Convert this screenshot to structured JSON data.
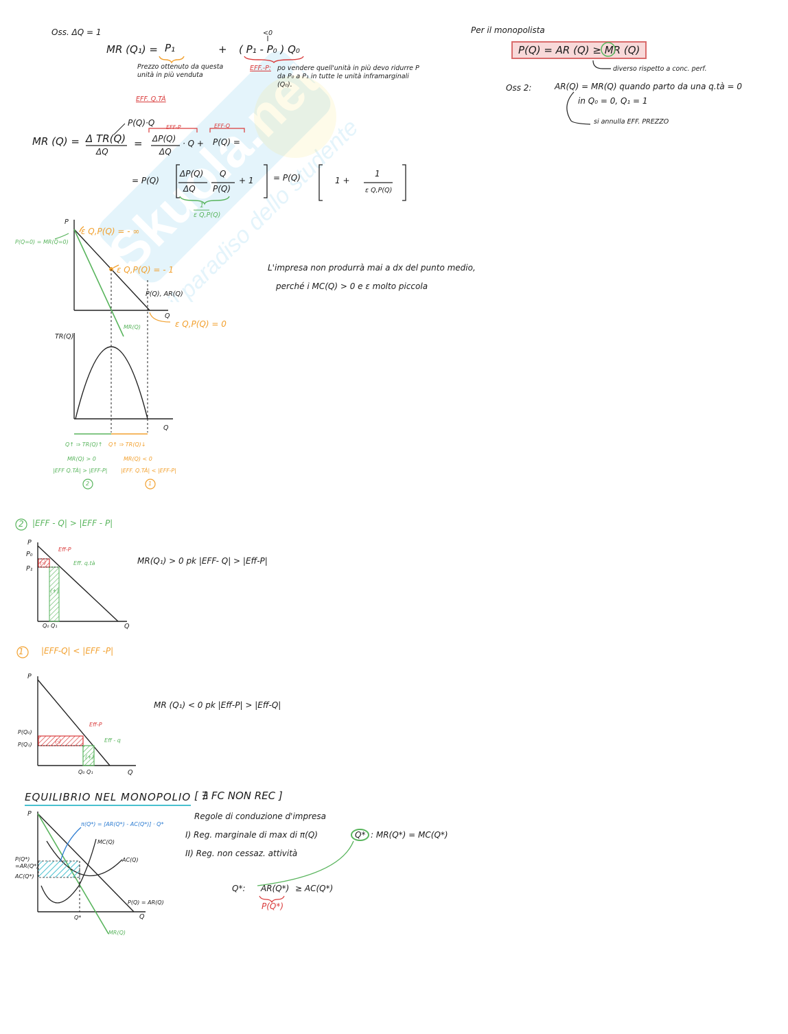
{
  "watermark": {
    "text": "Skuola.net",
    "subtext": "il paradiso dello studente"
  },
  "top_left": {
    "oss_title": "Oss.  ΔQ = 1",
    "mr_eq_left": "MR (Q₁) =",
    "mr_eq_p1": "P₁",
    "mr_eq_plus": "+",
    "mr_eq_bracket": "( P₁ - P₀ ) Q₀",
    "mr_eq_lt0": "<0",
    "note_price": "Prezzo ottenuto da questa unità in più venduta",
    "eff_qta": "EFF. Q.TÀ",
    "eff_p_label": "EFF.-P:",
    "eff_p_note": "po vendere quell'unità in più devo ridurre P da P₀ a P₁ in tutte le unità inframarginali (Q₀)."
  },
  "mr_derivation": {
    "pq_label": "P(Q)·Q",
    "effp_top1": "EFF-P",
    "effp_top2": "EFF-Q",
    "lhs": "MR (Q) =",
    "frac1_num": "Δ TR(Q)",
    "frac1_den": "ΔQ",
    "eq": "=",
    "frac2_num": "ΔP(Q)",
    "frac2_den": "ΔQ",
    "dot_q_plus": "· Q +",
    "pq_end": "P(Q) =",
    "line2_start": "= P(Q)",
    "f3_num": "ΔP(Q)",
    "f3_den": "ΔQ",
    "f4_num": "Q",
    "f4_den": "P(Q)",
    "plus1": "+ 1",
    "eq2": "= P(Q)",
    "bracket_one": "1 +",
    "f5_num": "1",
    "f5_den": "ε Q,P(Q)",
    "under_num": "1",
    "under_den": "ε Q,P(Q)"
  },
  "monopolist": {
    "title": "Per il monopolista",
    "ineq": "P(Q) = AR (Q) ≥ MR (Q)",
    "diff_note": "diverso rispetto a conc. perf.",
    "oss2": "Oss 2:",
    "oss2_eq": "AR(Q) = MR(Q) quando parto da una q.tà = 0",
    "oss2_line2": "in Q₀ = 0, Q₁ = 1",
    "oss2_line3": "si annulla EFF. PREZZO"
  },
  "graph1": {
    "p_axis": "P",
    "q_axis": "Q",
    "eps_inf": "ε Q,P(Q) = - ∞",
    "pq_mr": "P(Q=0) = MR(Q=0)",
    "eps_minus1": "ε Q,P(Q) = - 1",
    "demand_label": "P(Q), AR(Q)",
    "mr_label": "MR(Q)",
    "eps_zero": "ε Q,P(Q) = 0"
  },
  "graph2": {
    "tr_axis": "TR(Q)",
    "q_axis": "Q",
    "left_zone": "Q↑ ⇒ TR(Q)↑",
    "right_zone": "Q↑ ⇒ TR(Q)↓",
    "left_mr": "MR(Q) > 0",
    "right_mr": "MR(Q) < 0",
    "left_eff": "|EFF Q.TÀ| > |EFF-P|",
    "right_eff": "|EFF. Q.TÀ| < |EFF-P|",
    "left_num": "2",
    "right_num": "1"
  },
  "side_note": {
    "line1": "L'impresa non produrrà mai a dx del punto medio,",
    "line2": "perché i MC(Q) > 0  e  ε molto piccola"
  },
  "case2": {
    "num": "2",
    "title": "|EFF - Q| > |EFF - P|",
    "p_axis": "P",
    "p0": "P₀",
    "p1": "P₁",
    "q_axis": "Q",
    "q_ticks": "Q₀ Q₁",
    "effp": "Eff-P",
    "effq": "Eff. q.tà",
    "minus": "(-)",
    "plus": "(+)",
    "statement": "MR(Q₁) > 0  pk  |EFF- Q| > |Eff-P|"
  },
  "case1": {
    "num": "1",
    "title": "|EFF-Q| < |EFF -P|",
    "p_axis": "P",
    "pq0": "P(Q₀)",
    "pq1": "P(Q₁)",
    "q_axis": "Q",
    "q_ticks": "Q₀ Q₁",
    "effp": "Eff-P",
    "effq": "Eff - q",
    "minus": "(-)",
    "plus": "(+)",
    "statement": "MR (Q₁) < 0      pk  |Eff-P| > |Eff-Q|"
  },
  "equilibrium": {
    "title": "EQUILIBRIO NEL MONOPOLIO",
    "bracket": "[ ∄ FC NON REC ]",
    "rules_title": "Regole di conduzione d'impresa",
    "rule1": "I) Reg. marginale di max di π(Q)",
    "q_star_circle": "Q*",
    "rule1_eq": ":  MR(Q*) = MC(Q*)",
    "rule2": "II) Reg. non cessaz. attività",
    "q_star2": "Q*:",
    "ar_q": "AR(Q*)",
    "ge_ac": "≥ AC(Q*)",
    "p_q_star": "P(Q*)",
    "p_axis": "P",
    "q_axis": "Q",
    "profit": "π(Q*) = [AR(Q*) - AC(Q*)] · Q*",
    "mc": "MC(Q)",
    "ac": "AC(Q)",
    "par": "P(Q) = AR(Q)",
    "mr": "MR(Q)",
    "pq_star_axis": "P(Q*) =AR(Q*)",
    "acq_star_axis": "AC(Q*)",
    "q_star_axis": "Q*"
  },
  "colors": {
    "red": "#d93a3a",
    "green": "#58b45c",
    "orange": "#f2a02e",
    "blue": "#2b7bd1",
    "cyan": "#48c0cf"
  }
}
